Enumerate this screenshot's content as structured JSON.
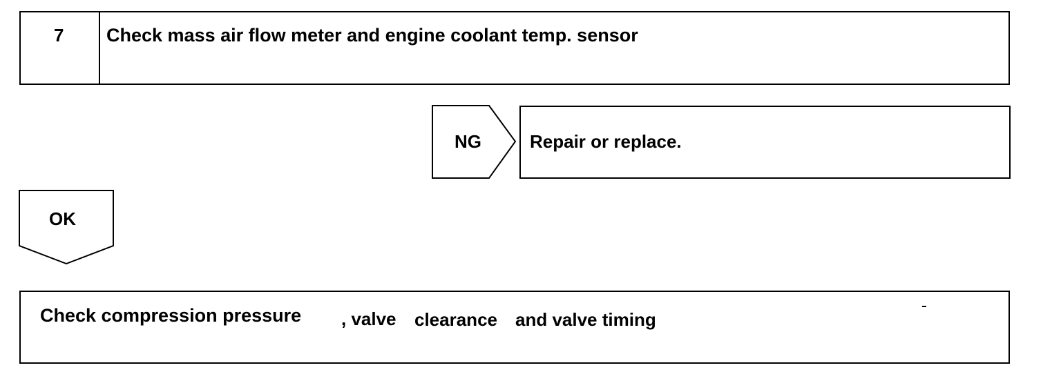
{
  "step": {
    "number": "7",
    "title": "Check mass air flow meter and engine coolant temp. sensor"
  },
  "ng_branch": {
    "label": "NG",
    "action": "Repair or replace."
  },
  "ok_branch": {
    "label": "OK"
  },
  "next_step": {
    "part1": "Check compression pressure",
    "part2": ", valve",
    "part3": "clearance",
    "part4": "and valve timing"
  }
}
